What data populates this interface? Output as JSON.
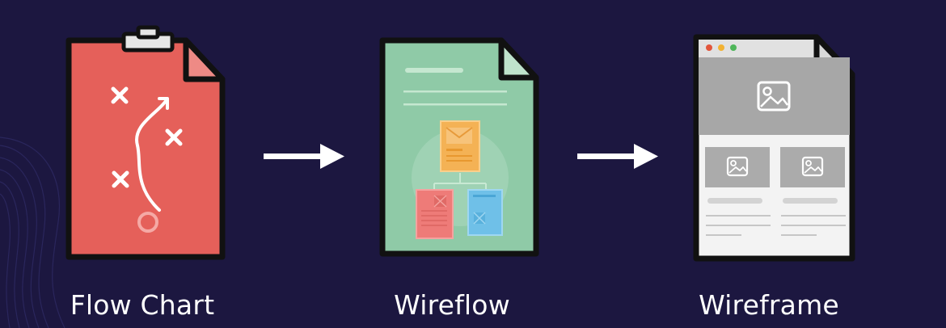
{
  "steps": [
    {
      "label": "Flow Chart",
      "icon": "clipboard-play-icon"
    },
    {
      "label": "Wireflow",
      "icon": "wireflow-document-icon"
    },
    {
      "label": "Wireframe",
      "icon": "wireframe-browser-icon"
    }
  ],
  "colors": {
    "background": "#1c1740",
    "flow_chart_paper": "#e5605a",
    "wireflow_paper": "#8fcaa7",
    "wireframe_paper": "#f3f3f3",
    "outline": "#111111"
  }
}
